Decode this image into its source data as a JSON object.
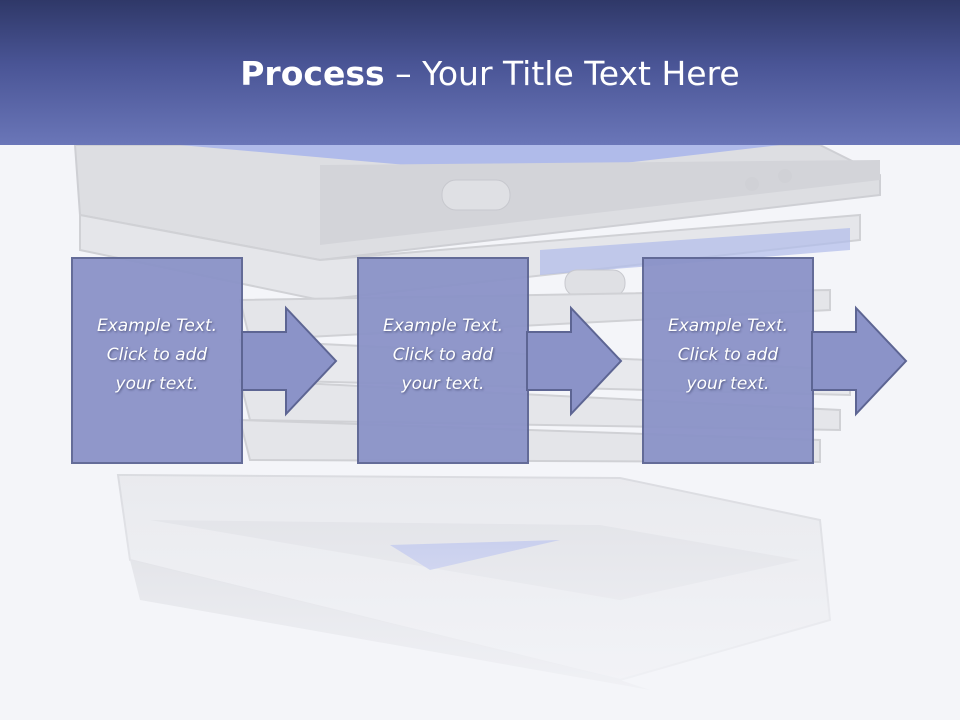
{
  "header": {
    "title_bold": "Process",
    "title_rest": " – Your Title Text Here"
  },
  "steps": [
    {
      "text": "Example Text.\nClick  to add\nyour text."
    },
    {
      "text": "Example Text.\nClick  to add\nyour text."
    },
    {
      "text": "Example Text.\nClick  to add\nyour text."
    }
  ],
  "colors": {
    "header_top": "#2f3868",
    "header_bottom": "#6a76b8",
    "box_fill": "#8b93c8",
    "box_border": "#5d6593"
  },
  "icons": {
    "background_image": "stacked-smartphones-image",
    "arrow": "right-arrow-icon"
  }
}
